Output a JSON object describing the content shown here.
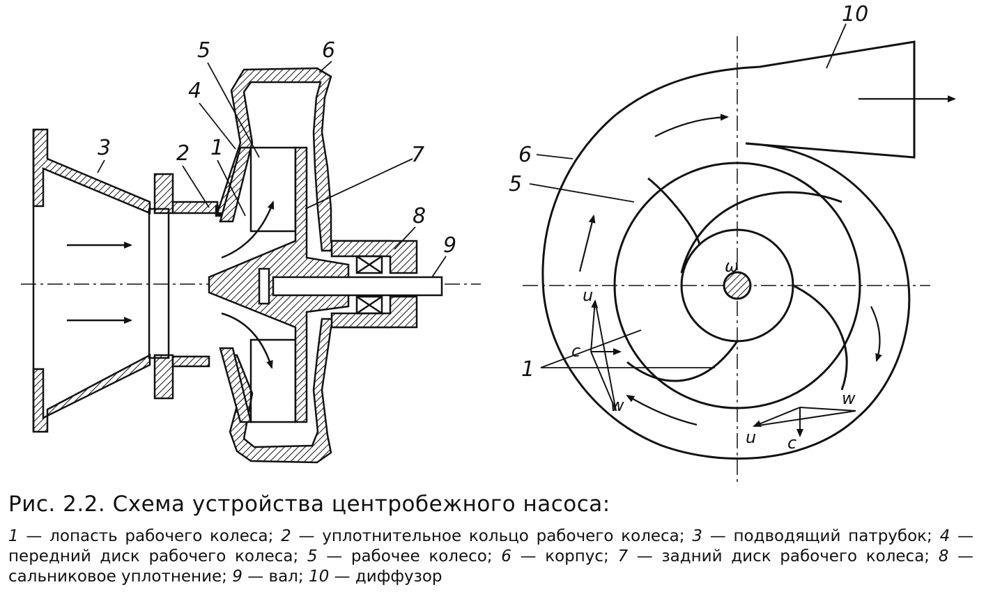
{
  "figure": {
    "side_view_labels": [
      "1",
      "2",
      "3",
      "4",
      "5",
      "6",
      "7",
      "8",
      "9"
    ],
    "front_view_labels": [
      "10",
      "6",
      "5",
      "1"
    ],
    "velocity_labels": {
      "u": "u",
      "c": "c",
      "w": "w",
      "omega": "ω"
    }
  },
  "caption": {
    "title": "Рис. 2.2. Схема устройства центробежного насоса:",
    "legend": [
      {
        "num": "1",
        "text": "лопасть рабочего колеса;"
      },
      {
        "num": "2",
        "text": "уплотнительное кольцо рабочего колеса;"
      },
      {
        "num": "3",
        "text": "подводящий патрубок;"
      },
      {
        "num": "4",
        "text": "передний диск рабочего колеса;"
      },
      {
        "num": "5",
        "text": "рабочее колесо;"
      },
      {
        "num": "6",
        "text": "корпус;"
      },
      {
        "num": "7",
        "text": "задний диск рабочего колеса;"
      },
      {
        "num": "8",
        "text": "сальниковое уплотнение;"
      },
      {
        "num": "9",
        "text": "вал;"
      },
      {
        "num": "10",
        "text": "диффузор"
      }
    ]
  }
}
